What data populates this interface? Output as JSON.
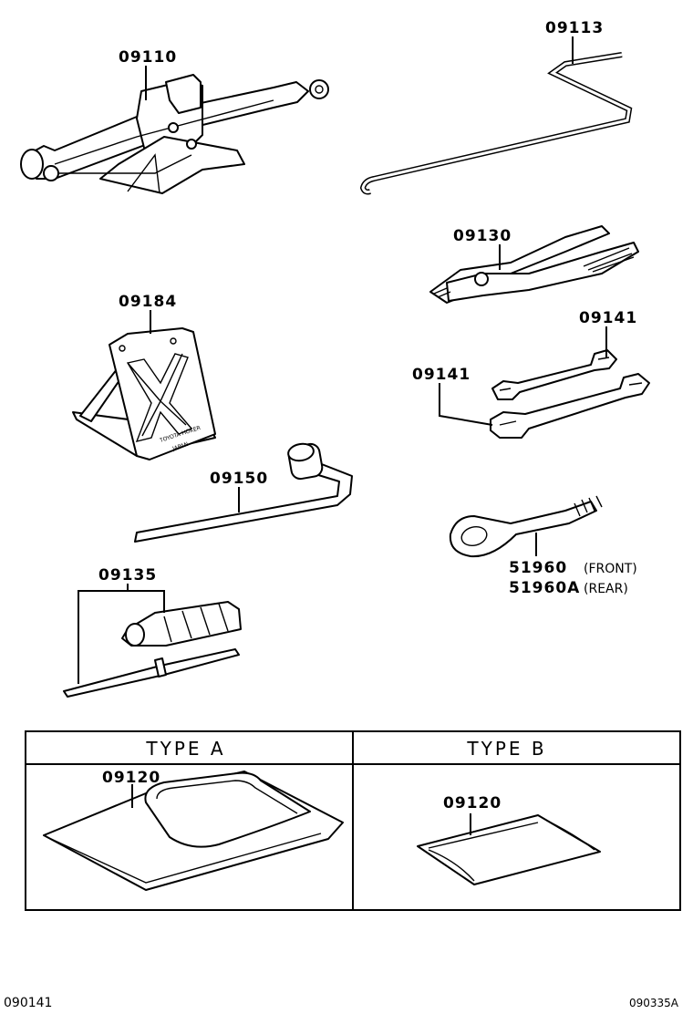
{
  "parts": {
    "jack": "09110",
    "handle": "09113",
    "pliers": "09130",
    "wrench_upper": "09141",
    "wrench_lower": "09141",
    "wheel_chock": "09184",
    "lug_wrench": "09150",
    "screwdriver": "09135",
    "hook_number_1": "51960",
    "hook_note_1": "(FRONT)",
    "hook_number_2": "51960A",
    "hook_note_2": "(REAR)"
  },
  "chock_stamp": {
    "line1": "TOYOTA HOKER",
    "line2": "JAPAN"
  },
  "table": {
    "type_a_header": "TYPE A",
    "type_b_header": "TYPE B",
    "type_a_part": "09120",
    "type_b_part": "09120"
  },
  "footer": {
    "left_code": "090141",
    "right_code": "090335A"
  }
}
